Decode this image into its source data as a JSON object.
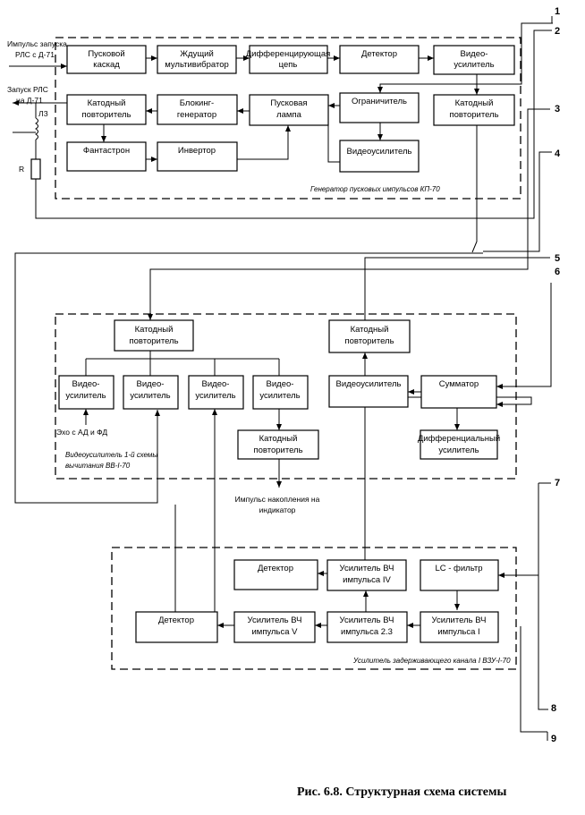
{
  "caption": "Рис. 6.8. Структурная схема системы",
  "groups": {
    "kp70": "Генератор пусковых импульсов КП-70",
    "bv170": "Видеоусилитель 1-й схемы вычитания ВВ-I-70",
    "vzu170": "Усилитель задерживающего канала I ВЗУ-I-70"
  },
  "labels": {
    "input_trigger_l1": "Импульс запуска",
    "input_trigger_l2": "РЛС с Д-71",
    "output_trigger_l1": "Запуск РЛС",
    "output_trigger_l2": "на Д-71",
    "delay_line": "ЛЗ",
    "resistor": "R",
    "echo": "Эхо с АД и ФД",
    "accum_l1": "Импульс накопления на",
    "accum_l2": "индикатор"
  },
  "numbers": [
    "1",
    "2",
    "3",
    "4",
    "5",
    "6",
    "7",
    "8",
    "9"
  ],
  "blocks": {
    "pusk_kaskad": [
      "Пусковой",
      "каскад"
    ],
    "zhdushchiy_mv": [
      "Ждущий",
      "мультивибратор"
    ],
    "diff_cep": [
      "Дифференцирующая",
      "цепь"
    ],
    "detektor_1": [
      "Детектор"
    ],
    "video_us_1": [
      "Видео-",
      "усилитель"
    ],
    "katod_povt_1": [
      "Катодный",
      "повторитель"
    ],
    "blocking_gen": [
      "Блокинг-",
      "генератор"
    ],
    "pusk_lampa": [
      "Пусковая",
      "лампа"
    ],
    "ogranichitel": [
      "Ограничитель"
    ],
    "katod_povt_2": [
      "Катодный",
      "повторитель"
    ],
    "fantastron": [
      "Фантастрон"
    ],
    "invertor": [
      "Инвертор"
    ],
    "video_us_2": [
      "Видеоусилитель"
    ],
    "katod_povt_3": [
      "Катодный",
      "повторитель"
    ],
    "katod_povt_4": [
      "Катодный",
      "повторитель"
    ],
    "vu_a": [
      "Видео-",
      "усилитель"
    ],
    "vu_b": [
      "Видео-",
      "усилитель"
    ],
    "vu_c": [
      "Видео-",
      "усилитель"
    ],
    "vu_d": [
      "Видео-",
      "усилитель"
    ],
    "video_us_3": [
      "Видеоусилитель"
    ],
    "summator": [
      "Сумматор"
    ],
    "katod_povt_5": [
      "Катодный",
      "повторитель"
    ],
    "diff_us": [
      "Дифференциальный",
      "усилитель"
    ],
    "detektor_2": [
      "Детектор"
    ],
    "us_vch_4": [
      "Усилитель ВЧ",
      "импульса IV"
    ],
    "lc_filtr": [
      "LC - фильтр"
    ],
    "detektor_3": [
      "Детектор"
    ],
    "us_vch_5": [
      "Усилитель ВЧ",
      "импульса V"
    ],
    "us_vch_23": [
      "Усилитель ВЧ",
      "импульса 2.3"
    ],
    "us_vch_1": [
      "Усилитель ВЧ",
      "импульса I"
    ]
  }
}
